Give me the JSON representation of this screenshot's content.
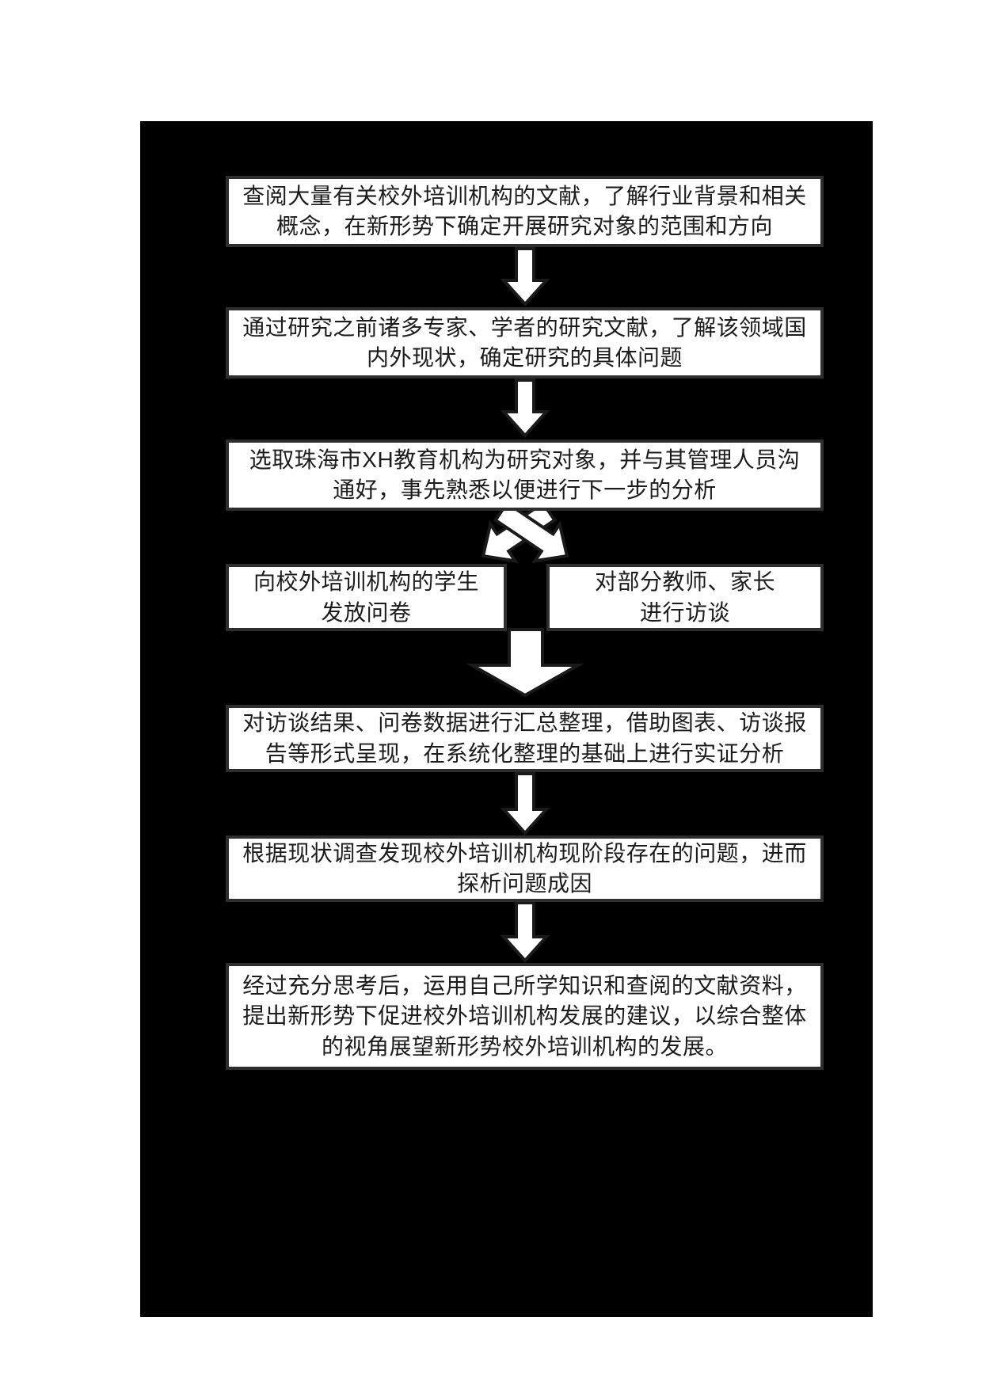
{
  "page": {
    "colors": {
      "canvas": "#ffffff",
      "panel": "#000000",
      "box_fill": "#ffffff",
      "box_border": "#2e2e2e",
      "box_text": "#1c1c1c",
      "arrow_fill": "#ffffff",
      "arrow_outline": "#1a1a1a"
    }
  },
  "flowchart": {
    "boxes": [
      {
        "id": "step-1",
        "text": "查阅大量有关校外培训机构的文献，了解行业背景和相关\n概念，在新形势下确定开展研究对象的范围和方向"
      },
      {
        "id": "step-2",
        "text": "通过研究之前诸多专家、学者的研究文献，了解该领域国\n内外现状，确定研究的具体问题"
      },
      {
        "id": "step-3",
        "text": "选取珠海市XH教育机构为研究对象，并与其管理人员沟\n通好，事先熟悉以便进行下一步的分析"
      },
      {
        "id": "step-4a",
        "text": "向校外培训机构的学生\n发放问卷"
      },
      {
        "id": "step-4b",
        "text": "对部分教师、家长\n进行访谈"
      },
      {
        "id": "step-5",
        "text": "对访谈结果、问卷数据进行汇总整理，借助图表、访谈报\n告等形式呈现，在系统化整理的基础上进行实证分析"
      },
      {
        "id": "step-6",
        "text": "根据现状调查发现校外培训机构现阶段存在的问题，进而\n探析问题成因"
      },
      {
        "id": "step-7",
        "text": "经过充分思考后，运用自己所学知识和查阅的文献资料，\n提出新形势下促进校外培训机构发展的建议，以综合整体\n的视角展望新形势校外培训机构的发展。"
      }
    ],
    "connectors": [
      {
        "name": "arrow-1",
        "type": "down-arrow",
        "from": "step-1",
        "to": "step-2"
      },
      {
        "name": "arrow-2",
        "type": "down-arrow",
        "from": "step-2",
        "to": "step-3"
      },
      {
        "name": "arrow-split-left",
        "type": "diagonal-down-left-arrow",
        "from": "step-3",
        "to": "step-4a"
      },
      {
        "name": "arrow-split-right",
        "type": "diagonal-down-right-arrow",
        "from": "step-3",
        "to": "step-4b"
      },
      {
        "name": "arrow-merge",
        "type": "wide-down-arrow",
        "from": "step-4a,step-4b",
        "to": "step-5"
      },
      {
        "name": "arrow-4",
        "type": "down-arrow",
        "from": "step-5",
        "to": "step-6"
      },
      {
        "name": "arrow-5",
        "type": "down-arrow",
        "from": "step-6",
        "to": "step-7"
      }
    ]
  }
}
